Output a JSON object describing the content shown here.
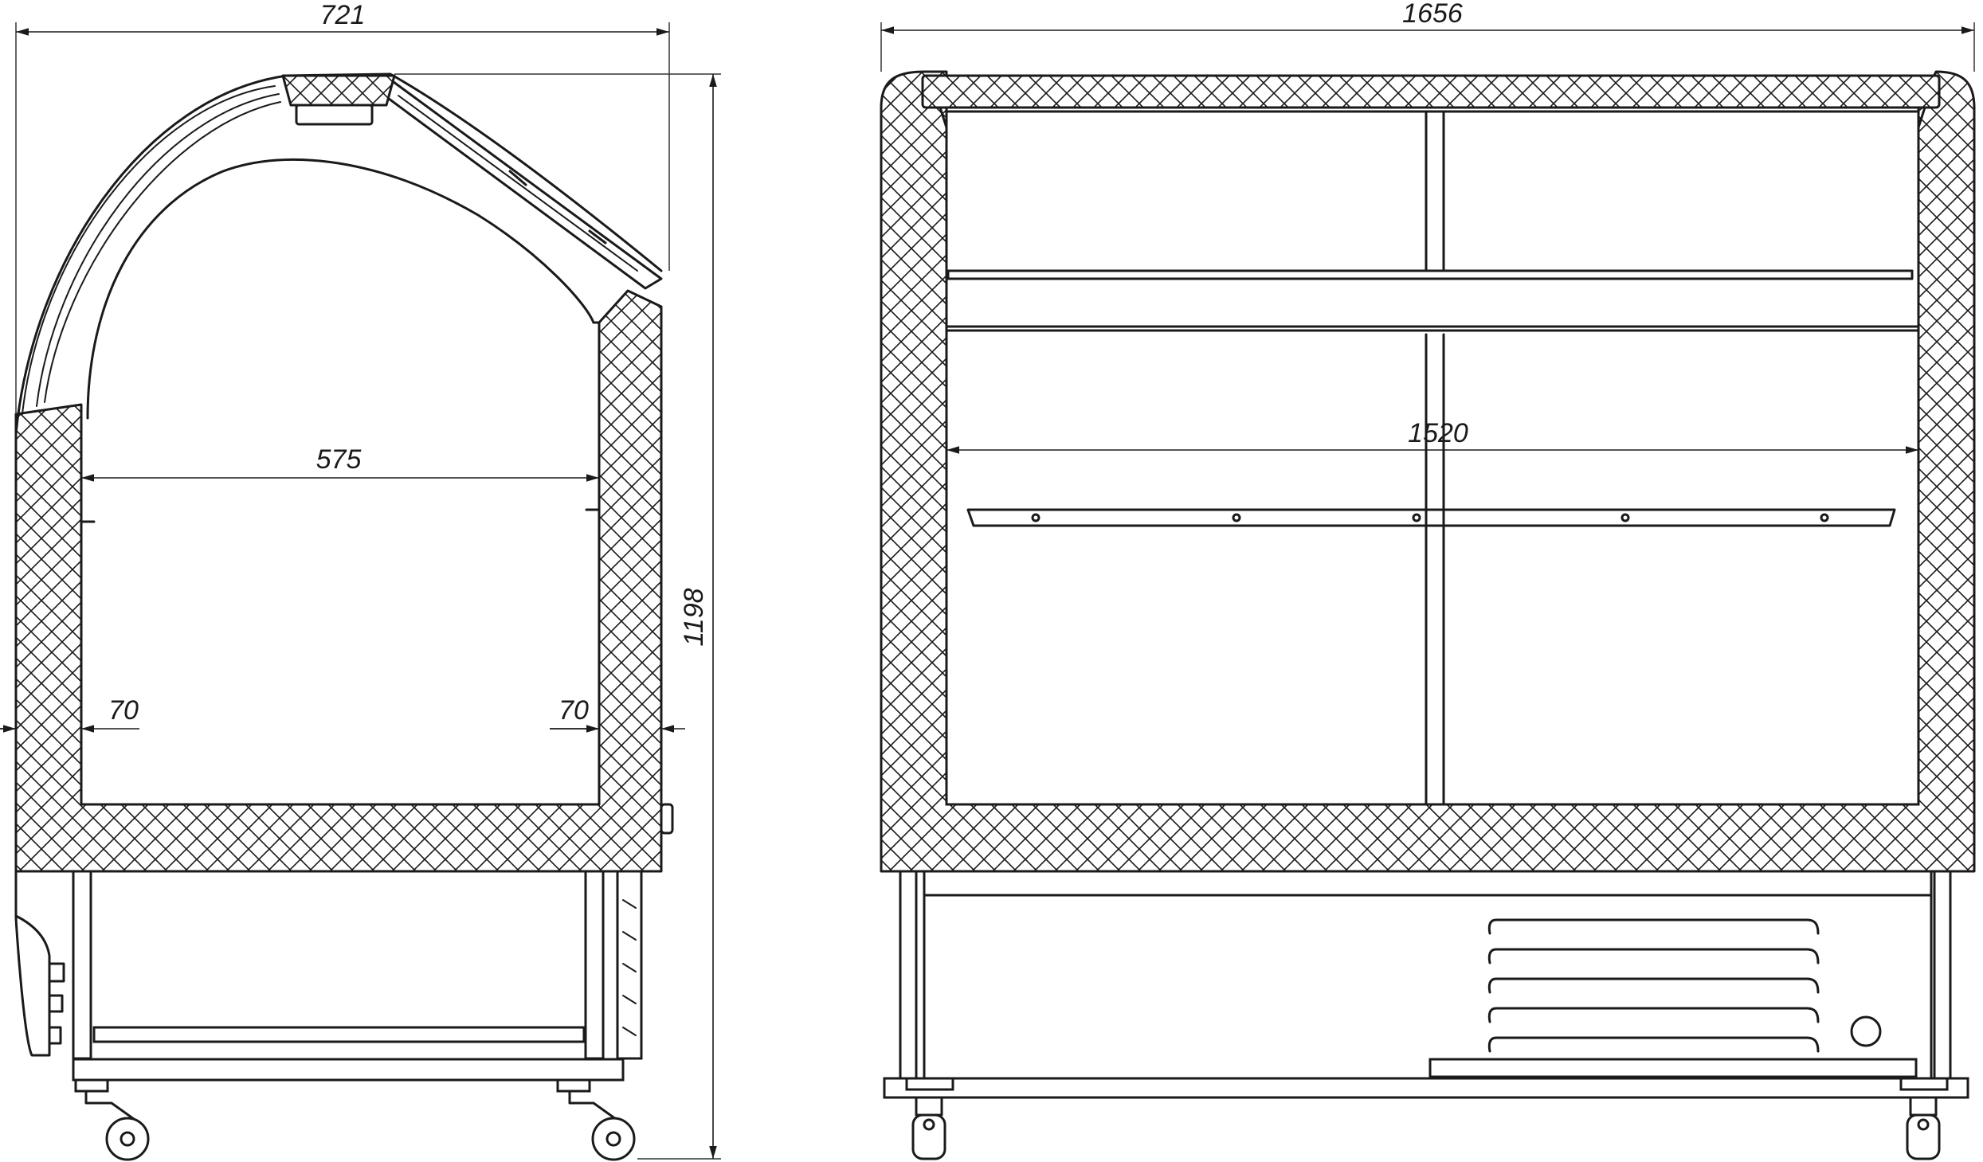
{
  "drawing": {
    "side_view": {
      "dimensions": {
        "overall_width": "721",
        "inner_width": "575",
        "wall_left": "70",
        "wall_right": "70",
        "overall_height": "1198"
      }
    },
    "front_view": {
      "dimensions": {
        "overall_length": "1656",
        "inner_length": "1520"
      }
    }
  }
}
